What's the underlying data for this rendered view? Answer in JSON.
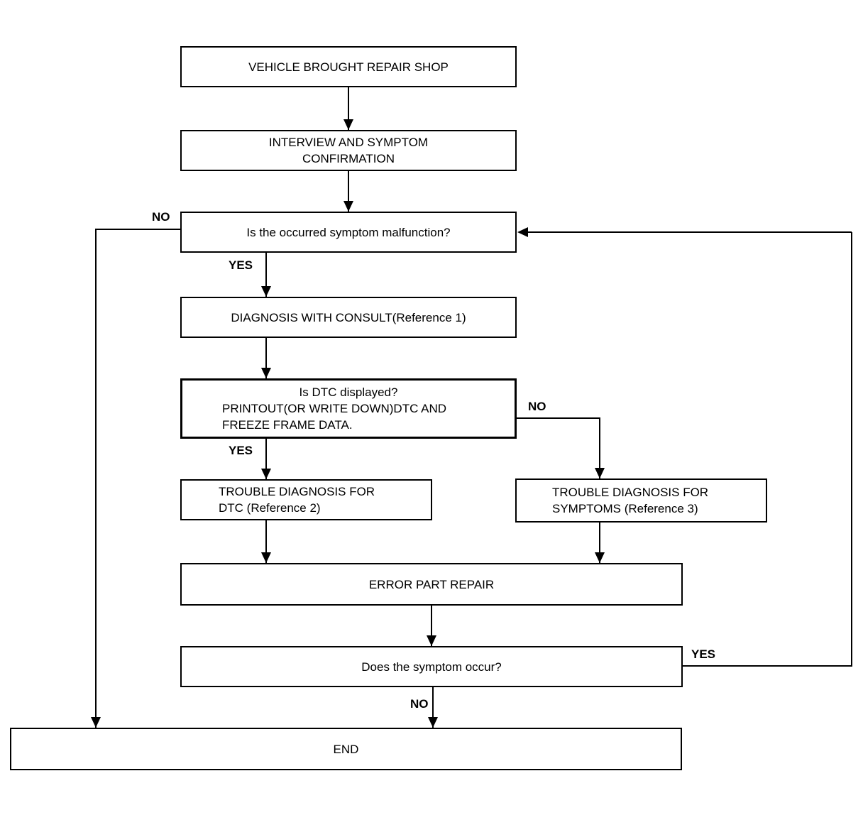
{
  "diagram": {
    "type": "flowchart",
    "nodes": {
      "vehicle": {
        "lines": [
          "VEHICLE BROUGHT REPAIR SHOP"
        ]
      },
      "interview": {
        "lines": [
          "INTERVIEW AND SYMPTOM",
          "CONFIRMATION"
        ]
      },
      "symptom_check": {
        "lines": [
          "Is the occurred symptom malfunction?"
        ]
      },
      "consult": {
        "lines": [
          "DIAGNOSIS WITH CONSULT(Reference 1)"
        ]
      },
      "dtc_check": {
        "lines": [
          "Is DTC displayed?",
          "PRINTOUT(OR WRITE DOWN)DTC AND",
          "FREEZE FRAME DATA."
        ]
      },
      "diagnosis_dtc": {
        "lines": [
          "TROUBLE DIAGNOSIS FOR",
          "DTC (Reference 2)"
        ]
      },
      "diagnosis_symptoms": {
        "lines": [
          "TROUBLE DIAGNOSIS FOR",
          "SYMPTOMS (Reference 3)"
        ]
      },
      "error_repair": {
        "lines": [
          "ERROR PART REPAIR"
        ]
      },
      "occur_check": {
        "lines": [
          "Does the symptom occur?"
        ]
      },
      "end": {
        "lines": [
          "END"
        ]
      }
    },
    "edge_labels": {
      "symptom_check_no": "NO",
      "symptom_check_yes": "YES",
      "dtc_yes": "YES",
      "dtc_no": "NO",
      "occur_yes": "YES",
      "occur_no": "NO"
    },
    "colors": {
      "line": "#000000",
      "box_fill": "#ffffff",
      "background": "#ffffff"
    }
  }
}
